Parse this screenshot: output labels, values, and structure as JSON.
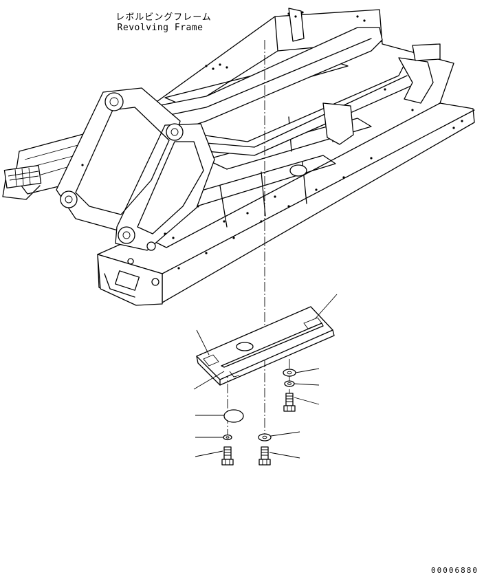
{
  "diagram": {
    "title_japanese": "レボルビングフレーム",
    "title_english": "Revolving Frame",
    "reference_number": "00006880"
  },
  "colors": {
    "line": "#000000",
    "background": "#ffffff"
  },
  "parts": [
    {
      "name": "cover-plate"
    },
    {
      "name": "rubber-plug"
    },
    {
      "name": "plug-washer"
    },
    {
      "name": "plug-bolt"
    },
    {
      "name": "center-washer"
    },
    {
      "name": "center-bolt"
    },
    {
      "name": "right-spacer"
    },
    {
      "name": "right-washer"
    },
    {
      "name": "right-bolt"
    }
  ]
}
